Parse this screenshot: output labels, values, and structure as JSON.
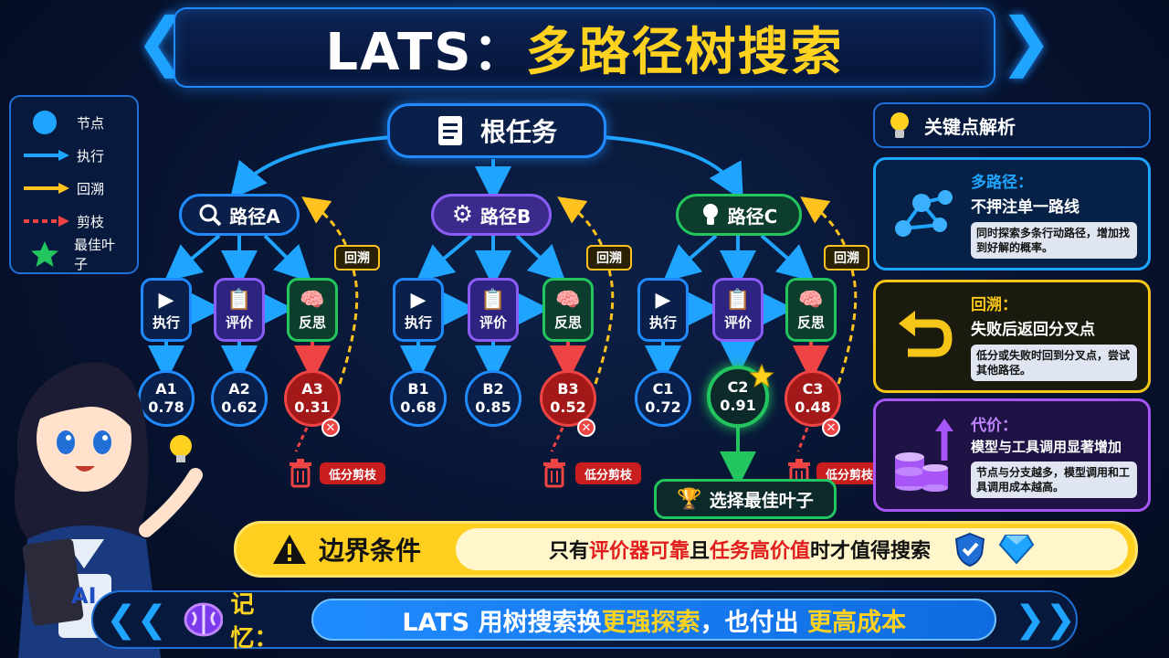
{
  "title": {
    "prefix": "LATS：",
    "highlight": "多路径树搜索"
  },
  "legend": [
    {
      "label": "节点",
      "symbol": "circle"
    },
    {
      "label": "执行",
      "symbol": "blue-arrow"
    },
    {
      "label": "回溯",
      "symbol": "yellow-arrow"
    },
    {
      "label": "剪枝",
      "symbol": "red-dashed-arrow"
    },
    {
      "label": "最佳叶子",
      "symbol": "star"
    }
  ],
  "root": {
    "label": "根任务",
    "icon": "document-icon"
  },
  "paths": {
    "a": {
      "label": "路径A",
      "icon": "search-icon"
    },
    "b": {
      "label": "路径B",
      "icon": "gear-icon"
    },
    "c": {
      "label": "路径C",
      "icon": "lightbulb-icon"
    }
  },
  "steps": {
    "exec": "执行",
    "eval": "评价",
    "refl": "反思"
  },
  "leaves": {
    "a1": {
      "id": "A1",
      "score": "0.78"
    },
    "a2": {
      "id": "A2",
      "score": "0.62"
    },
    "a3": {
      "id": "A3",
      "score": "0.31"
    },
    "b1": {
      "id": "B1",
      "score": "0.68"
    },
    "b2": {
      "id": "B2",
      "score": "0.85"
    },
    "b3": {
      "id": "B3",
      "score": "0.52"
    },
    "c1": {
      "id": "C1",
      "score": "0.72"
    },
    "c2": {
      "id": "C2",
      "score": "0.91"
    },
    "c3": {
      "id": "C3",
      "score": "0.48"
    }
  },
  "backtrack_tag": "回溯",
  "prune_tag": "低分剪枝",
  "best_leaf": "选择最佳叶子",
  "panel": {
    "header": "关键点解析",
    "cards": [
      {
        "title": "多路径：",
        "subtitle": "不押注单一路线",
        "note": "同时探索多条行动路径，增加找到好解的概率。",
        "accent": "#1fa4ff"
      },
      {
        "title": "回溯：",
        "subtitle": "失败后返回分叉点",
        "note": "低分或失败时回到分叉点，尝试其他路径。",
        "accent": "#f5c518"
      },
      {
        "title": "代价：",
        "subtitle": "模型与工具调用显著增加",
        "note": "节点与分支越多，模型调用和工具调用成本越高。",
        "accent": "#a855f7"
      }
    ]
  },
  "boundary": {
    "label": "边界条件",
    "t1": "只有",
    "t2": "评价器可靠",
    "t3": "且",
    "t4": "任务高价值",
    "t5": "时才值得搜索"
  },
  "memory": {
    "label": "记忆：",
    "t1": "LATS 用树搜索换",
    "t2": "更强探索",
    "t3": "，也付出 ",
    "t4": "更高成本"
  },
  "character_badge": "AI",
  "colors": {
    "blue": "#1f8bff",
    "purple": "#8b5cf6",
    "green": "#22c55e",
    "red": "#ef4444",
    "yellow": "#ffc21f"
  }
}
